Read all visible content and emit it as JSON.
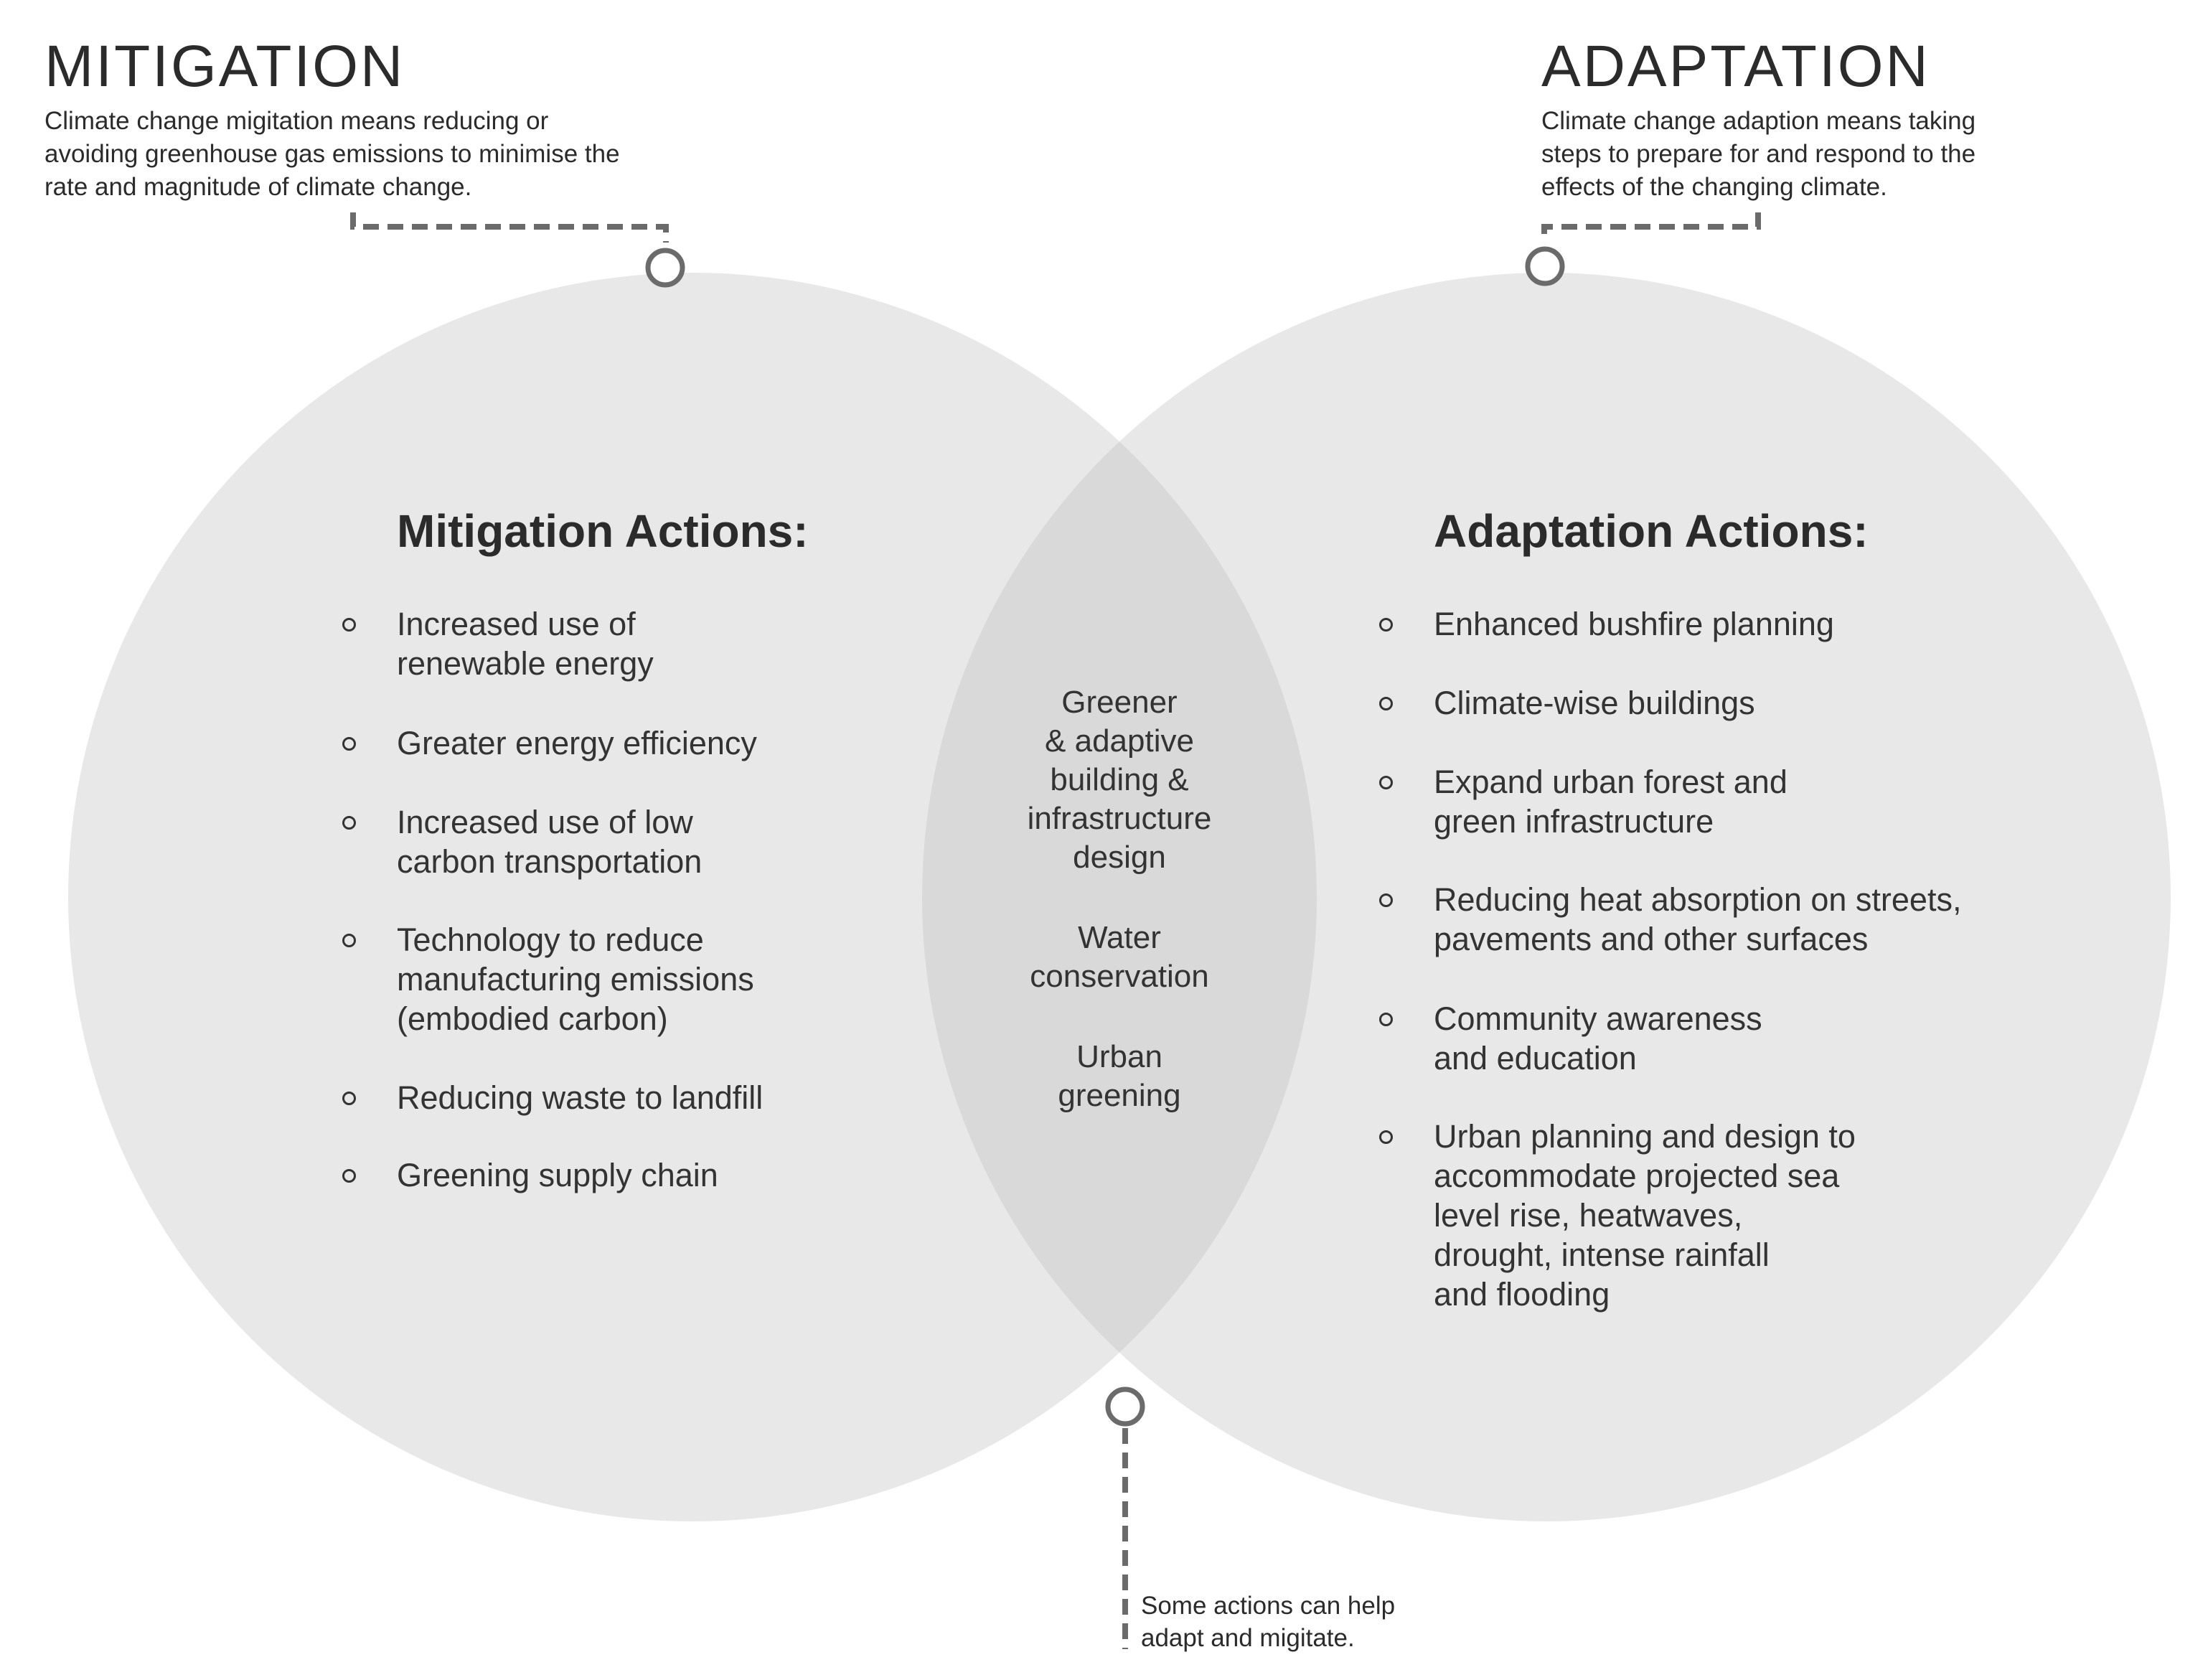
{
  "mitigation": {
    "title": "MITIGATION",
    "description_lines": [
      "Climate change migitation means reducing or",
      "avoiding greenhouse gas emissions to minimise the",
      "rate and magnitude of climate change."
    ],
    "actions_title": "Mitigation Actions:",
    "actions": [
      {
        "lines": [
          "Increased use of",
          "renewable energy"
        ]
      },
      {
        "lines": [
          "Greater energy efficiency"
        ]
      },
      {
        "lines": [
          "Increased use of low",
          "carbon transportation"
        ]
      },
      {
        "lines": [
          "Technology to reduce",
          "manufacturing emissions",
          "(embodied carbon)"
        ]
      },
      {
        "lines": [
          "Reducing waste to landfill"
        ]
      },
      {
        "lines": [
          "Greening supply chain"
        ]
      }
    ]
  },
  "adaptation": {
    "title": "ADAPTATION",
    "description_lines": [
      "Climate change adaption means taking",
      "steps to prepare for and respond to the",
      "effects of the changing climate."
    ],
    "actions_title": "Adaptation Actions:",
    "actions": [
      {
        "lines": [
          "Enhanced bushfire planning"
        ]
      },
      {
        "lines": [
          "Climate-wise buildings"
        ]
      },
      {
        "lines": [
          "Expand urban forest and",
          "green infrastructure"
        ]
      },
      {
        "lines": [
          "Reducing heat absorption on streets,",
          "pavements and other surfaces"
        ]
      },
      {
        "lines": [
          "Community awareness",
          "and education"
        ]
      },
      {
        "lines": [
          "Urban planning and design to",
          "accommodate projected sea",
          "level rise, heatwaves,",
          "drought, intense rainfall",
          "and flooding"
        ]
      }
    ]
  },
  "overlap": {
    "items": [
      {
        "lines": [
          "Greener",
          "& adaptive",
          "building &",
          "infrastructure",
          "design"
        ]
      },
      {
        "lines": [
          "Water",
          "conservation"
        ]
      },
      {
        "lines": [
          "Urban",
          "greening"
        ]
      }
    ],
    "note_lines": [
      "Some actions can help",
      "adapt and migitate."
    ]
  },
  "colors": {
    "circle_fill": "#e8e8e8",
    "overlap_fill": "#d9d9d9",
    "connector": "#6b6b6b",
    "text": "#2b2b2b"
  }
}
